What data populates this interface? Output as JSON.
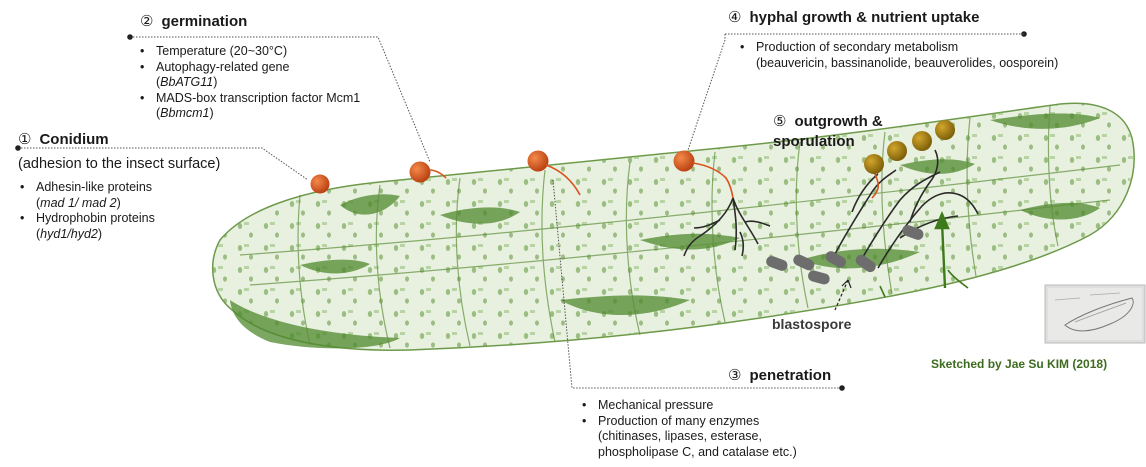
{
  "stages": {
    "conidium": {
      "number": "①",
      "title": "Conidium",
      "subtitle": "(adhesion to the insect surface)",
      "items": [
        {
          "text": "Adhesin-like proteins",
          "gene_open": "(",
          "gene": "mad 1/ mad 2",
          "gene_close": ")"
        },
        {
          "text": "Hydrophobin proteins",
          "gene_open": "(",
          "gene": "hyd1/hyd2",
          "gene_close": ")"
        }
      ]
    },
    "germination": {
      "number": "②",
      "title": "germination",
      "items": [
        {
          "text": "Temperature (20~30°C)"
        },
        {
          "text": "Autophagy-related gene",
          "gene_open": "(",
          "gene": "BbATG11",
          "gene_close": ")"
        },
        {
          "text": "MADS-box transcription factor Mcm1",
          "gene_open": "(",
          "gene": "Bbmcm1",
          "gene_close": ")"
        }
      ]
    },
    "penetration": {
      "number": "③",
      "title": "penetration",
      "items": [
        {
          "text": "Mechanical pressure"
        },
        {
          "text": "Production of many enzymes",
          "line2": "(chitinases, lipases, esterase,",
          "line3": "phospholipase C, and catalase etc.)"
        }
      ]
    },
    "hyphal": {
      "number": "④",
      "title": "hyphal growth & nutrient uptake",
      "items": [
        {
          "text": "Production of secondary metabolism",
          "line2": "(beauvericin, bassinanolide, beauverolides, oosporein)"
        }
      ]
    },
    "sporulation": {
      "number": "⑤",
      "title_line1": "outgrowth &",
      "title_line2": "sporulation"
    }
  },
  "labels": {
    "blastospore": "blastospore",
    "credit": "Sketched by Jae Su KIM (2018)"
  },
  "colors": {
    "insect_green": "#4f8a2e",
    "conidium_orange": "#d9531e",
    "spore_olive": "#9a7a10",
    "hyphae": "#2b2b2b",
    "blastospore_gray": "#6d6d6d",
    "credit_green": "#3d6b1f"
  }
}
